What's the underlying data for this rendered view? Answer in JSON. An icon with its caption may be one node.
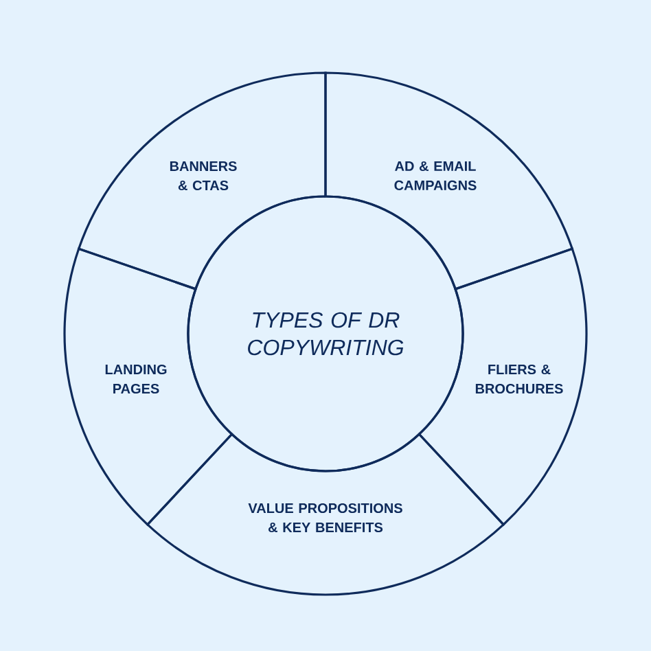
{
  "diagram": {
    "nodes": [
      {
        "text": [
          "TYPES OF DR COPYWRITING"
        ]
      },
      {
        "text": [
          "BANNERS & CTAS"
        ]
      },
      {
        "text": [
          "AD & EMAIL CAMPAIGNS"
        ]
      },
      {
        "text": [
          "LANDING PAGES"
        ]
      },
      {
        "text": [
          "FLIERS & BROCHURES"
        ]
      },
      {
        "text": [
          "VALUE PROPOSITIONS & KEY BENEFITS"
        ]
      }
    ]
  }
}
